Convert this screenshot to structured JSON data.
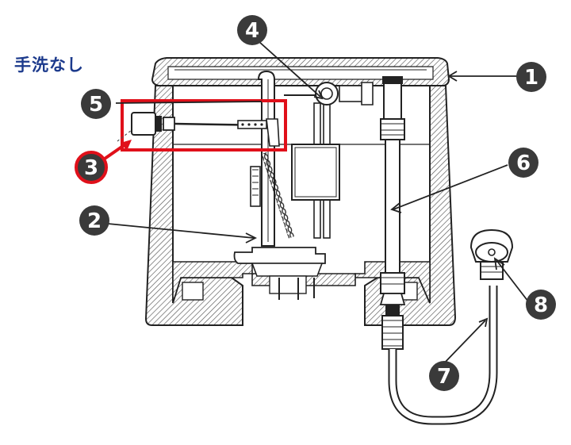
{
  "heading": "手洗なし",
  "callouts": [
    {
      "id": "1",
      "label": "1"
    },
    {
      "id": "2",
      "label": "2"
    },
    {
      "id": "3",
      "label": "3"
    },
    {
      "id": "4",
      "label": "4"
    },
    {
      "id": "5",
      "label": "5"
    },
    {
      "id": "6",
      "label": "6"
    },
    {
      "id": "7",
      "label": "7"
    },
    {
      "id": "8",
      "label": "8"
    }
  ],
  "colors": {
    "badge": "#3a3a3a",
    "highlight": "#e0101a",
    "heading": "#1c3a8c",
    "line": "#2a2a2a",
    "hatch": "#555555"
  }
}
